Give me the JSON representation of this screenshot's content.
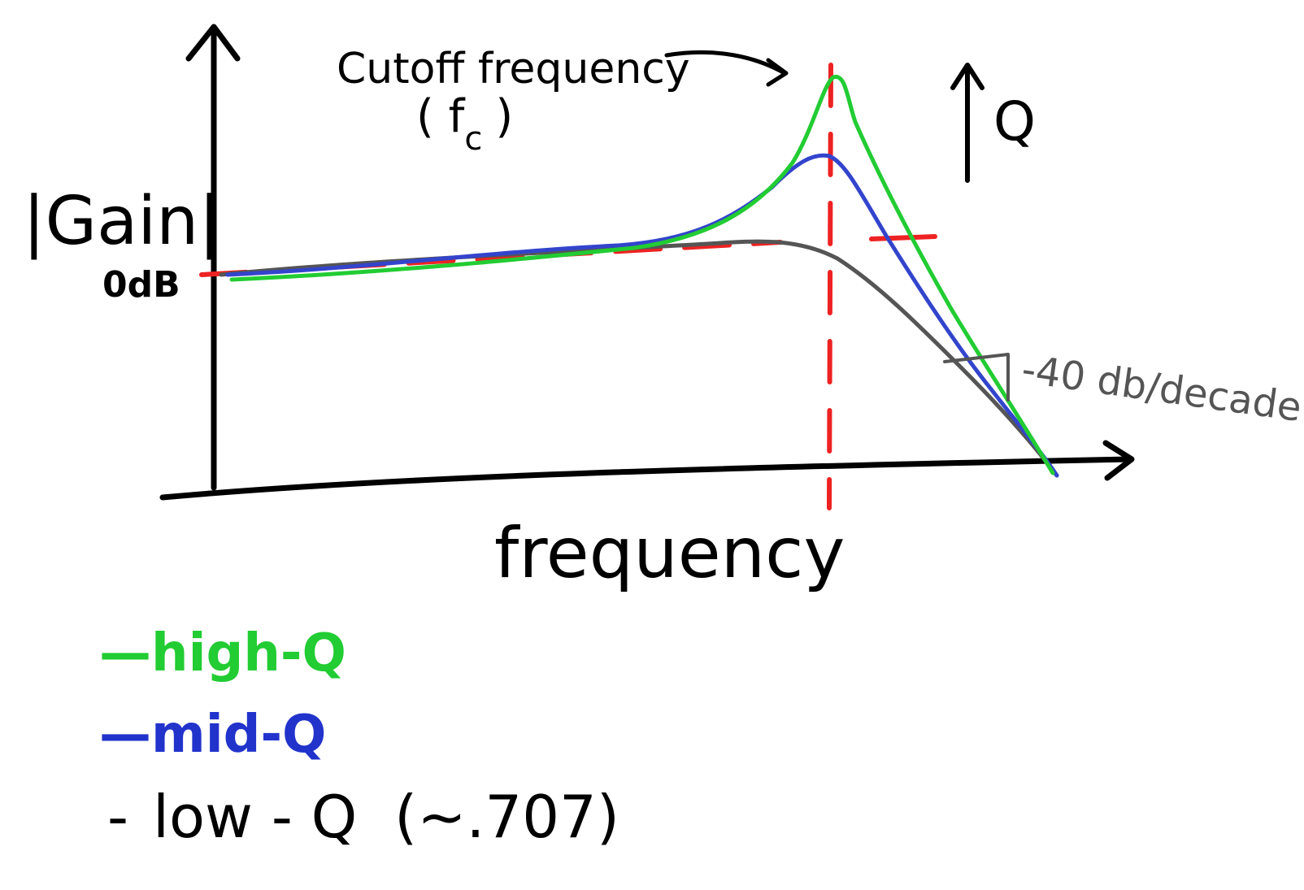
{
  "labels": {
    "y_axis": "|Gain|",
    "zero_db": "0dB",
    "x_axis": "frequency",
    "cutoff_line1": "Cutoff frequency",
    "cutoff_line2": "( f",
    "cutoff_sub": "c",
    "cutoff_close": ")",
    "q_arrow": "Q",
    "slope": "-40 db/decade"
  },
  "legend": [
    {
      "dash": "—",
      "label": "high-Q",
      "color": "#22cc33"
    },
    {
      "dash": "—",
      "label": "mid-Q",
      "color": "#2233cc"
    },
    {
      "dash": "-",
      "label": "low - Q  (~.707)",
      "color": "#000000"
    }
  ],
  "colors": {
    "axis": "#000000",
    "asymptote": "#ee2222",
    "high_q": "#22cc33",
    "mid_q": "#3344cc",
    "low_q": "#555555",
    "slope_label": "#555555"
  }
}
